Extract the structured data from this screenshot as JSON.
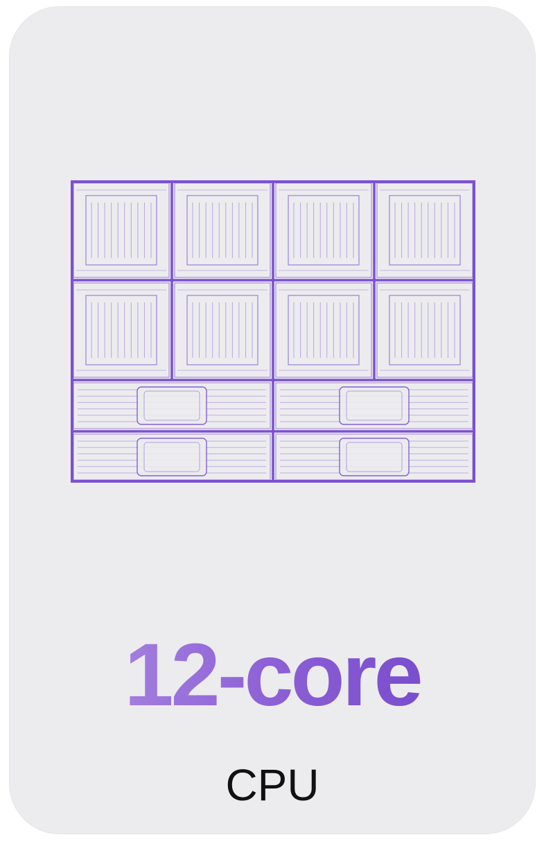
{
  "card": {
    "metric": "12-core",
    "label": "CPU"
  },
  "chip_illustration": {
    "icon": "cpu-chip-diagram-icon",
    "performance_core_blocks": 8,
    "efficiency_core_blocks": 4,
    "accent_color": "#7b50d2"
  },
  "colors": {
    "card_background": "#ececee",
    "metric_gradient_start": "#b494e6",
    "metric_gradient_end": "#6a3fc6",
    "label_color": "#111111"
  }
}
